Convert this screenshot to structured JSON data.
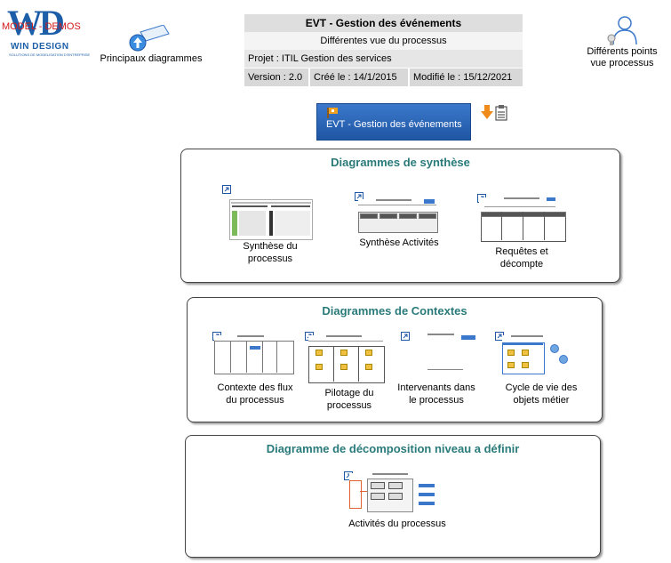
{
  "logo": {
    "initials": "WD",
    "overlay": "MODEL - DEMOS",
    "brand": "WIN DESIGN",
    "tagline": "SOLUTIONS DE MODELISATION D'ENTREPRISE"
  },
  "nav": {
    "main_diagrams_label": "Principaux diagrammes",
    "points_of_view_label_1": "Différents points",
    "points_of_view_label_2": "vue processus"
  },
  "header": {
    "title": "EVT - Gestion des événements",
    "subtitle": "Différentes vue du processus",
    "project": "Projet : ITIL Gestion des services",
    "version": "Version : 2.0",
    "created": "Créé le : 14/1/2015",
    "modified": "Modifié le : 15/12/2021"
  },
  "process_button": {
    "label": "EVT - Gestion des événements"
  },
  "sections": {
    "synthese": {
      "title": "Diagrammes de synthèse",
      "items": [
        {
          "cap1": "Synthèse du",
          "cap2": "processus"
        },
        {
          "cap1": "Synthèse Activités",
          "cap2": ""
        },
        {
          "cap1": "Requêtes et",
          "cap2": "décompte"
        }
      ]
    },
    "contextes": {
      "title": "Diagrammes de Contextes",
      "items": [
        {
          "cap1": "Contexte des flux",
          "cap2": "du processus"
        },
        {
          "cap1": "Pilotage du",
          "cap2": "processus"
        },
        {
          "cap1": "Intervenants dans",
          "cap2": "le processus"
        },
        {
          "cap1": "Cycle de vie des",
          "cap2": "objets métier"
        }
      ]
    },
    "decomposition": {
      "title": "Diagramme de décomposition niveau a définir",
      "items": [
        {
          "cap1": "Activités du processus",
          "cap2": ""
        }
      ]
    }
  },
  "colors": {
    "accent": "#2a65b8",
    "section_title": "#2a7a7a",
    "logo_demo": "#d11a1a"
  }
}
